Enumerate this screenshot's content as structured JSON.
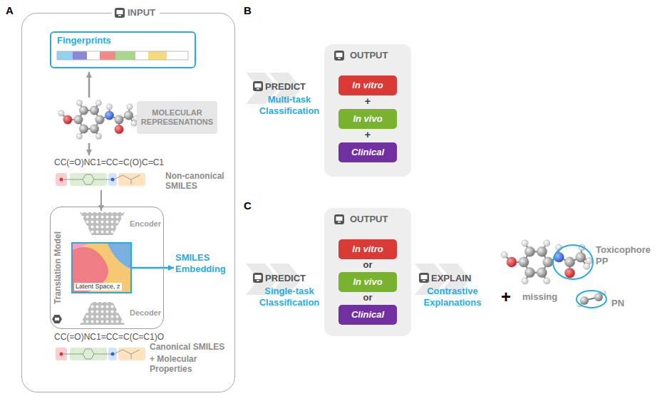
{
  "diagram": {
    "nodes": [
      {
        "text": [
          "INPUT"
        ]
      },
      {
        "text": [
          "Fingerprints"
        ],
        "in": 0
      },
      {
        "text": [
          "MOLECULAR REPRESENATIONS"
        ],
        "in": 0
      },
      {
        "text": [
          "Translation Model"
        ],
        "in": 0
      },
      {
        "text": [
          "Latent Space, z"
        ],
        "in": 3
      },
      {
        "text": [
          "SMILES Embedding"
        ],
        "in": 0
      },
      {
        "text": [
          "OUTPUT"
        ]
      },
      {
        "text": [
          "In vitro"
        ],
        "in": 6
      },
      {
        "text": [
          "In vivo"
        ],
        "in": 6
      },
      {
        "text": [
          "Clinical"
        ],
        "in": 6
      },
      {
        "text": [
          "OUTPUT"
        ]
      },
      {
        "text": [
          "In vitro"
        ],
        "in": 10
      },
      {
        "text": [
          "In vivo"
        ],
        "in": 10
      },
      {
        "text": [
          "Clinical"
        ],
        "in": 10
      }
    ],
    "edges": [
      {
        "from": 4,
        "to": 5,
        "arrow": "to"
      }
    ],
    "labels": [
      "A",
      "Encoder",
      "Decoder",
      "CC(=O)NC1=CC=C(O)C=C1",
      "Non-canonical SMILES",
      "CC(=O)NC1=CC=C(C=C1)O",
      "Canonical SMILES",
      "+ Molecular Properties",
      "B",
      "PREDICT",
      "Multi-task Classification",
      "+",
      "+",
      "C",
      "PREDICT",
      "Single-task Classification",
      "or",
      "or",
      "EXPLAIN",
      "Contrastive Explanations",
      "Toxicophore PP",
      "+",
      "missing",
      "PN"
    ]
  }
}
